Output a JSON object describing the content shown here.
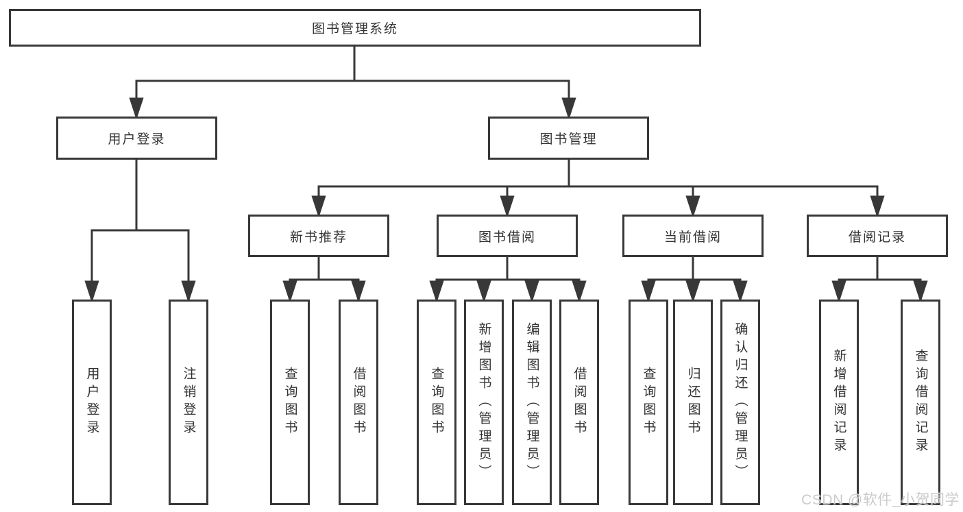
{
  "tree": {
    "root": "图书管理系统",
    "user_login": {
      "label": "用户登录",
      "children": [
        "用户登录",
        "注销登录"
      ]
    },
    "book_mgmt": {
      "label": "图书管理",
      "sections": [
        {
          "label": "新书推荐",
          "children": [
            "查询图书",
            "借阅图书"
          ]
        },
        {
          "label": "图书借阅",
          "children": [
            "查询图书",
            "新增图书（管理员）",
            "编辑图书（管理员）",
            "借阅图书"
          ]
        },
        {
          "label": "当前借阅",
          "children": [
            "查询图书",
            "归还图书",
            "确认归还（管理员）"
          ]
        },
        {
          "label": "借阅记录",
          "children": [
            "新增借阅记录",
            "查询借阅记录"
          ]
        }
      ]
    }
  },
  "watermark": "CSDN @软件_小贺同学",
  "colors": {
    "line": "#383838",
    "box_border": "#383838",
    "box_background": "#ffffff",
    "text": "#333333",
    "watermark": "#cbcbcb",
    "page_background": "#ffffff"
  }
}
